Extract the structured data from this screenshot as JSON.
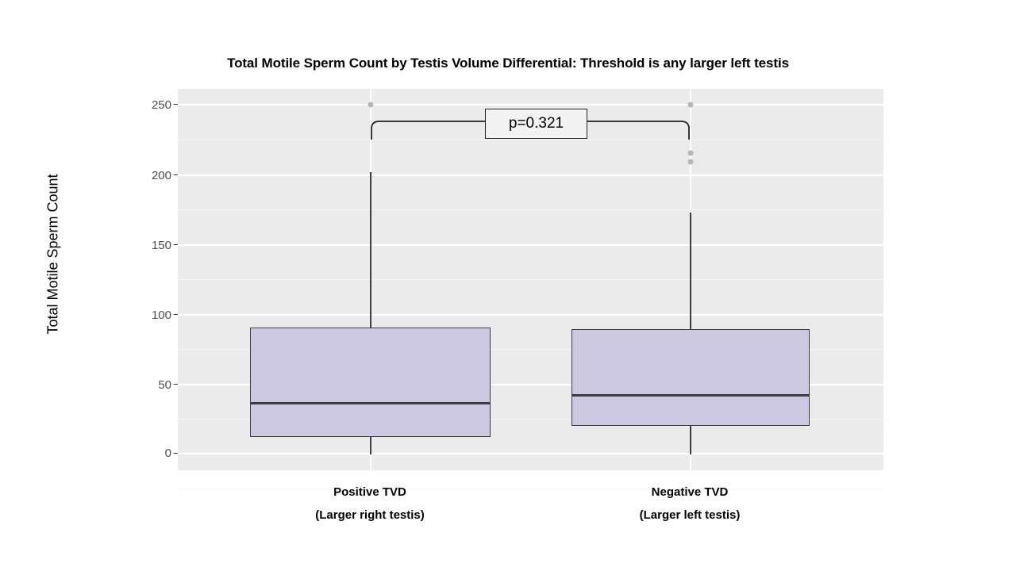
{
  "chart_data": {
    "type": "box",
    "title": "Total Motile Sperm Count by Testis Volume Differential: Threshold is any larger left testis",
    "xlabel": "",
    "ylabel": "Total Motile Sperm Count",
    "ylim": [
      -8,
      262
    ],
    "yticks": [
      0,
      50,
      100,
      150,
      200,
      250
    ],
    "ytick_labels": [
      "0",
      "50",
      "100",
      "150",
      "200",
      "250"
    ],
    "grid": true,
    "legend": "none",
    "panel_background": "#ebebeb",
    "box_fill": "#cdc9e2",
    "box_outline": "#3c3c46",
    "outlier_color": "#b6b6b6",
    "categories": [
      {
        "key": "positive-tvd",
        "label_line1": "Positive TVD",
        "label_line2": "(Larger right testis)",
        "stats": {
          "lower_whisker": 0,
          "q1": 12,
          "median": 36,
          "q3": 90,
          "upper_whisker": 202
        },
        "outliers": [
          249
        ]
      },
      {
        "key": "negative-tvd",
        "label_line1": "Negative TVD",
        "label_line2": "(Larger left testis)",
        "stats": {
          "lower_whisker": 0,
          "q1": 20,
          "median": 41,
          "q3": 89,
          "upper_whisker": 173
        },
        "outliers": [
          250,
          215,
          209
        ]
      }
    ],
    "annotations": [
      {
        "name": "p-value-bracket",
        "text": "p=0.321",
        "compares": [
          "positive-tvd",
          "negative-tvd"
        ],
        "y": 228
      }
    ]
  }
}
